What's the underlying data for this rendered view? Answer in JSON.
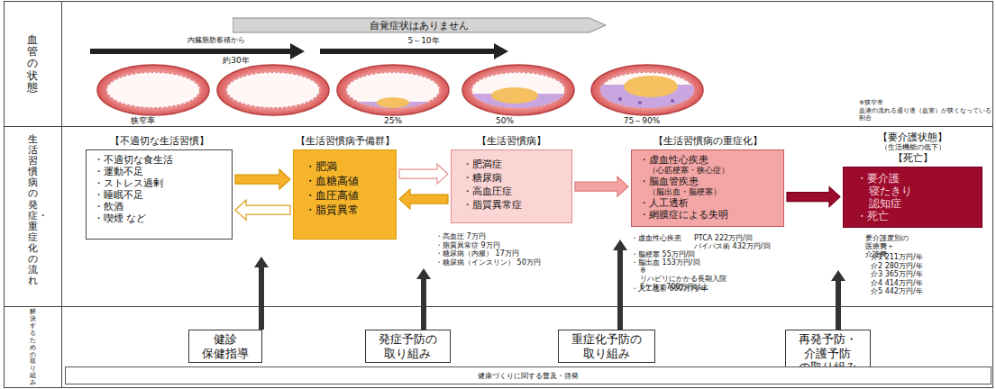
{
  "diagram": {
    "nodes": [
      {
        "text": [
          "自覚症状はありません"
        ]
      },
      {
        "text": [
          "【不適切な生活習慣】",
          "・不適切な食生活",
          "・運動不足",
          "・ストレス過剰",
          "・睡眠不足",
          "・飲酒",
          "・喫煙 など"
        ]
      },
      {
        "text": [
          "【生活習慣病予備群】",
          "・肥満",
          "・血糖高値",
          "・血圧高値",
          "・脂質異常"
        ]
      },
      {
        "text": [
          "【生活習慣病】",
          "・肥満症",
          "・糖尿病",
          "・高血圧症",
          "・脂質異常症"
        ]
      },
      {
        "text": [
          "【生活習慣病の重症化】",
          "・虚血性心疾患",
          "（心筋梗塞・狭心症）",
          "・脳血管疾患",
          "（脳出血・脳梗塞）",
          "・人工透析",
          "・網膜症による失明"
        ]
      },
      {
        "text": [
          "【要介護状態】",
          "（生活機能の低下）",
          "【死亡】",
          "・要介護",
          "寝たきり",
          "認知症",
          "・死亡"
        ]
      },
      {
        "text": [
          "健診 保健指導"
        ]
      },
      {
        "text": [
          "発症予防の 取り組み"
        ]
      },
      {
        "text": [
          "重症化予防の 取り組み"
        ]
      },
      {
        "text": [
          "再発予防・介護予防 の取り組み"
        ]
      },
      {
        "text": [
          "健康づくりに関する普及・啓発"
        ]
      }
    ],
    "edges": [
      {
        "from": 1,
        "to": 2,
        "arrow": "to"
      },
      {
        "from": 2,
        "to": 1,
        "arrow": "to"
      },
      {
        "from": 2,
        "to": 3,
        "arrow": "to"
      },
      {
        "from": 3,
        "to": 2,
        "arrow": "to"
      },
      {
        "from": 3,
        "to": 4,
        "arrow": "to"
      },
      {
        "from": 4,
        "to": 5,
        "arrow": "to"
      }
    ],
    "labels": [
      "血管の状態",
      "内臓脂肪蓄積から",
      "約30年",
      "5～10年",
      "狭窄率",
      "25%",
      "50%",
      "75～90%",
      "※狭窄率",
      "血液の流れる通り道（血管）が狭くなっている割合",
      "生活習慣病の発症・重症化の流れ",
      "・高血圧 7万円",
      "・脂質異常症 9万円",
      "・糖尿病（内服） 17万円",
      "・糖尿病（インスリン） 50万円",
      "・虚血性心疾患",
      "PTCA 222万円/回",
      "バイパス術 432万円/回",
      "・脳梗塞 55万円/回",
      "・脳出血 153万円/回",
      "※リハビリにかかる長期入院 6ケ月で700万円以上",
      "・人工透析 600万円/年",
      "要介護度別の 医療費＋介護費",
      "介1 211万円/年",
      "介2 280万円/年",
      "介3 365万円/年",
      "介4 414万円/年",
      "介5 442万円/年",
      "解決するための取り組み"
    ]
  }
}
